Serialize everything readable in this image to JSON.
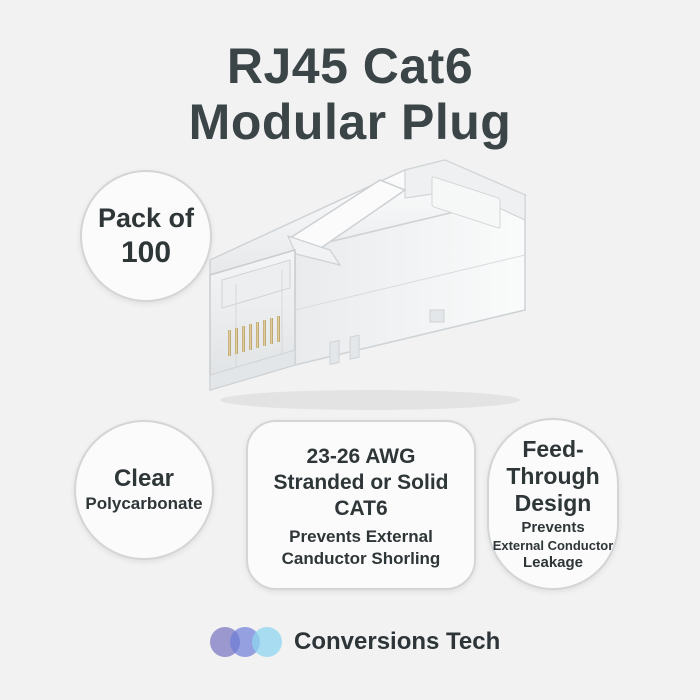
{
  "title": {
    "line1": "RJ45 Cat6",
    "line2": "Modular Plug"
  },
  "badges": {
    "pack": {
      "line1": "Pack of",
      "line2": "100"
    },
    "material": {
      "line1": "Clear",
      "line2": "Polycarbonate"
    },
    "awg": {
      "line1": "23-26 AWG",
      "line2": "Stranded or Solid",
      "line3": "CAT6",
      "line4": "Prevents External",
      "line5": "Canductor Shorling"
    },
    "design": {
      "line1": "Feed-",
      "line2": "Through",
      "line3": "Design",
      "line4": "Prevents",
      "line5": "External Conductor",
      "line6": "Leakage"
    }
  },
  "brand": {
    "name": "Conversions Tech"
  },
  "colors": {
    "text": "#3b4447",
    "background": "#f2f2f2",
    "logo": [
      "#7d7ac4",
      "#6c7ed8",
      "#8fd6f0"
    ]
  },
  "icons": {
    "product": "rj45-plug-icon",
    "logo": "brand-logo-icon"
  }
}
